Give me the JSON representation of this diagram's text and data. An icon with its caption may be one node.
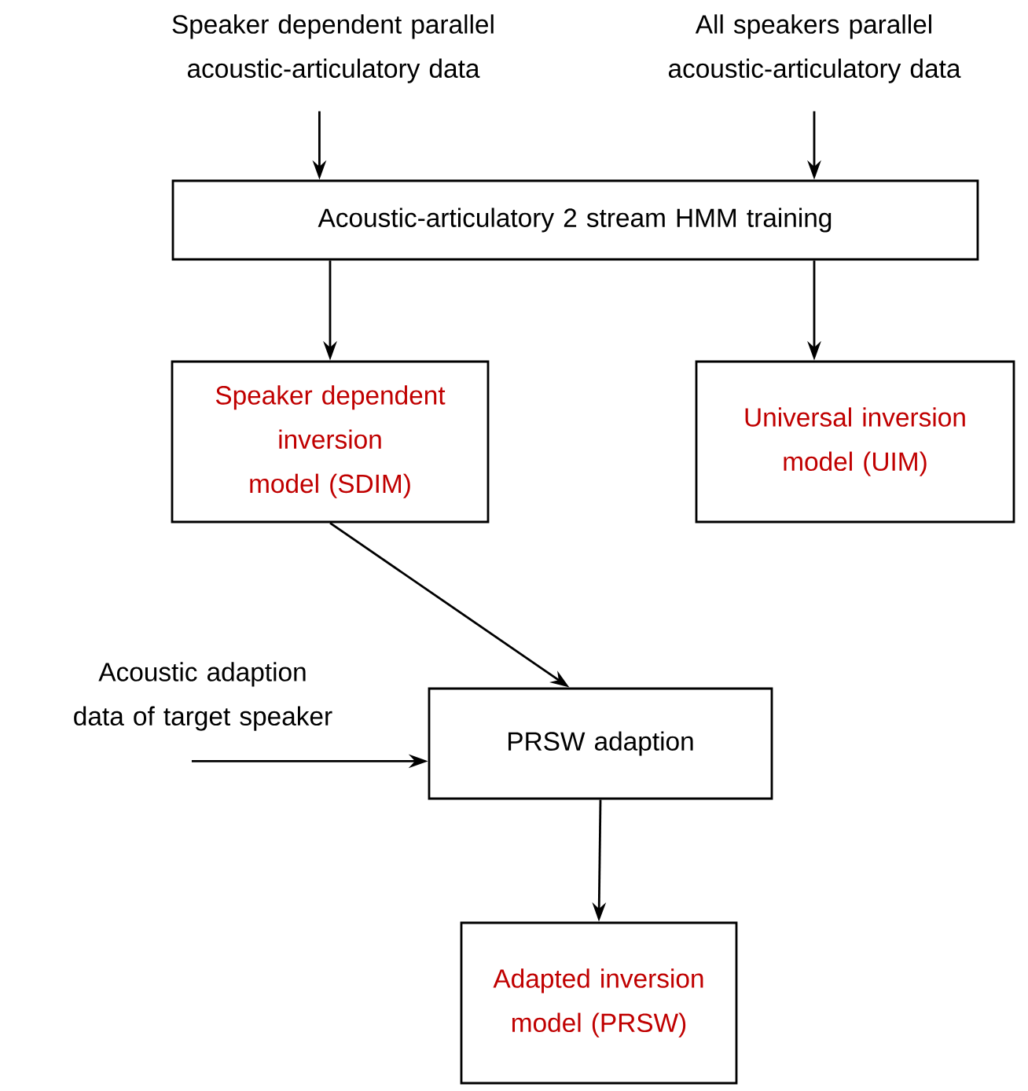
{
  "diagram": {
    "nodes": [
      {
        "text": [
          "Speaker dependent parallel acoustic-articulatory data"
        ]
      },
      {
        "text": [
          "All speakers parallel acoustic-articulatory data"
        ]
      },
      {
        "text": [
          "Acoustic-articulatory 2 stream HMM training"
        ]
      },
      {
        "text": [
          "Speaker dependent inversion model (SDIM)"
        ]
      },
      {
        "text": [
          "Universal inversion model (UIM)"
        ]
      },
      {
        "text": [
          "Acoustic adaption data of target speaker"
        ]
      },
      {
        "text": [
          "PRSW adaption"
        ]
      },
      {
        "text": [
          "Adapted inversion model (PRSW)"
        ]
      }
    ],
    "edges": [
      {
        "from": 0,
        "to": 2,
        "arrow": "to"
      },
      {
        "from": 1,
        "to": 2,
        "arrow": "to"
      },
      {
        "from": 2,
        "to": 3,
        "arrow": "to"
      },
      {
        "from": 2,
        "to": 4,
        "arrow": "to"
      },
      {
        "from": 3,
        "to": 6,
        "arrow": "to"
      },
      {
        "from": 5,
        "to": 6,
        "arrow": "to"
      },
      {
        "from": 6,
        "to": 7,
        "arrow": "to"
      }
    ]
  }
}
